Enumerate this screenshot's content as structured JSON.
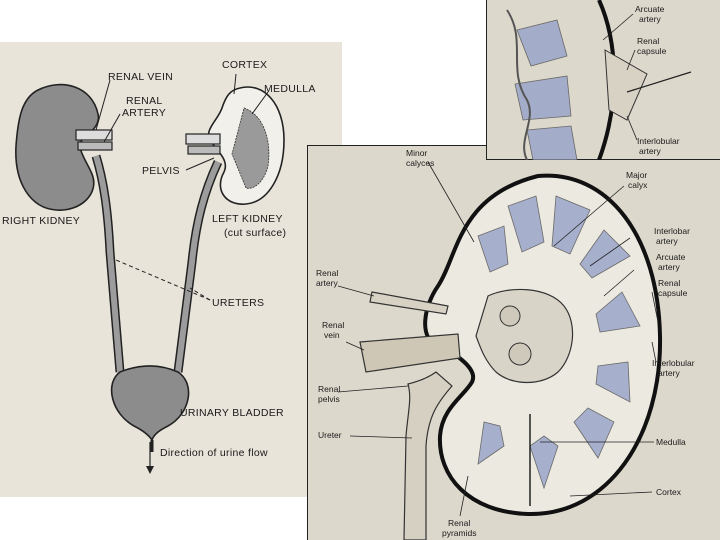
{
  "left": {
    "labels": {
      "renal_vein": "RENAL VEIN",
      "renal_artery_1": "RENAL",
      "renal_artery_2": "ARTERY",
      "cortex": "CORTEX",
      "medulla": "MEDULLA",
      "pelvis": "PELVIS",
      "right_kidney": "RIGHT KIDNEY",
      "left_kidney": "LEFT KIDNEY",
      "cut_surface": "(cut surface)",
      "ureters": "URETERS",
      "urinary_bladder": "URINARY BLADDER",
      "urine_flow": "Direction of urine flow"
    }
  },
  "right": {
    "labels": {
      "minor_calyces_1": "Minor",
      "minor_calyces_2": "calyces",
      "major_calyx_1": "Major",
      "major_calyx_2": "calyx",
      "interlobar_1": "Interlobar",
      "interlobar_2": "artery",
      "arcuate_1": "Arcuate",
      "arcuate_2": "artery",
      "renal_capsule_1": "Renal",
      "renal_capsule_2": "capsule",
      "renal_artery_1": "Renal",
      "renal_artery_2": "artery",
      "renal_vein_1": "Renal",
      "renal_vein_2": "vein",
      "interlobular_1": "Interlobular",
      "interlobular_2": "artery",
      "renal_pelvis_1": "Renal",
      "renal_pelvis_2": "pelvis",
      "ureter": "Ureter",
      "medulla": "Medulla",
      "cortex": "Cortex",
      "renal_pyramids_1": "Renal",
      "renal_pyramids_2": "pyramids"
    }
  },
  "top": {
    "labels": {
      "arcuate_1": "Arcuate",
      "arcuate_2": "artery",
      "renal_capsule_1": "Renal",
      "renal_capsule_2": "capsule",
      "interlobular_1": "Interlobular",
      "interlobular_2": "artery"
    }
  }
}
